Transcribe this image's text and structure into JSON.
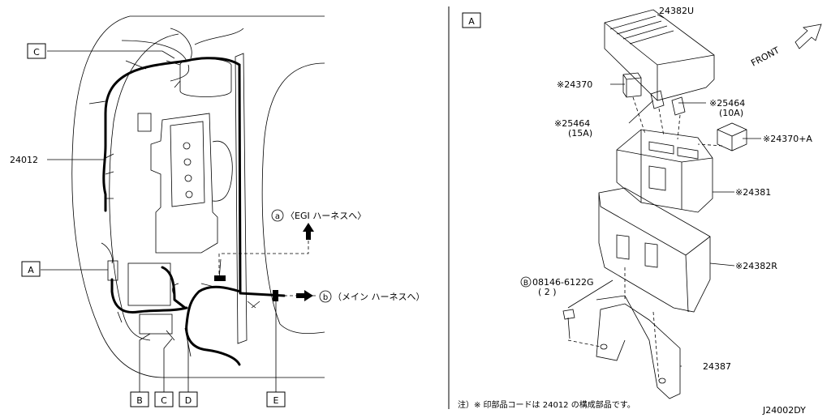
{
  "left_view": {
    "callouts": [
      {
        "key": "C_top",
        "text": "C"
      },
      {
        "key": "A_left",
        "text": "A"
      },
      {
        "key": "B_bottom",
        "text": "B"
      },
      {
        "key": "C_bottom",
        "text": "C"
      },
      {
        "key": "D_bottom",
        "text": "D"
      },
      {
        "key": "E_bottom",
        "text": "E"
      }
    ],
    "part_24012": "24012",
    "egi_marker": "a",
    "egi_text": "〈EGI ハーネスへ〉",
    "main_marker": "b",
    "main_text": "（メイン ハーネスへ）"
  },
  "right_view": {
    "section_label": "A",
    "front_label": "FRONT",
    "parts": {
      "p24382U": "24382U",
      "p24370": "※24370",
      "p25464_15": "※25464",
      "p25464_15_sub": "(15A)",
      "p25464_10": "※25464",
      "p25464_10_sub": "(10A)",
      "p24370A": "※24370+A",
      "p24381": "※24381",
      "p24382R": "※24382R",
      "bolt_marker": "B",
      "bolt_no": "08146-6122G",
      "bolt_qty": "( 2 )",
      "p24387": "24387"
    },
    "footnote": "注）※ 印部品コードは 24012 の構成部品です。",
    "drawing_no": "J24002DY"
  }
}
